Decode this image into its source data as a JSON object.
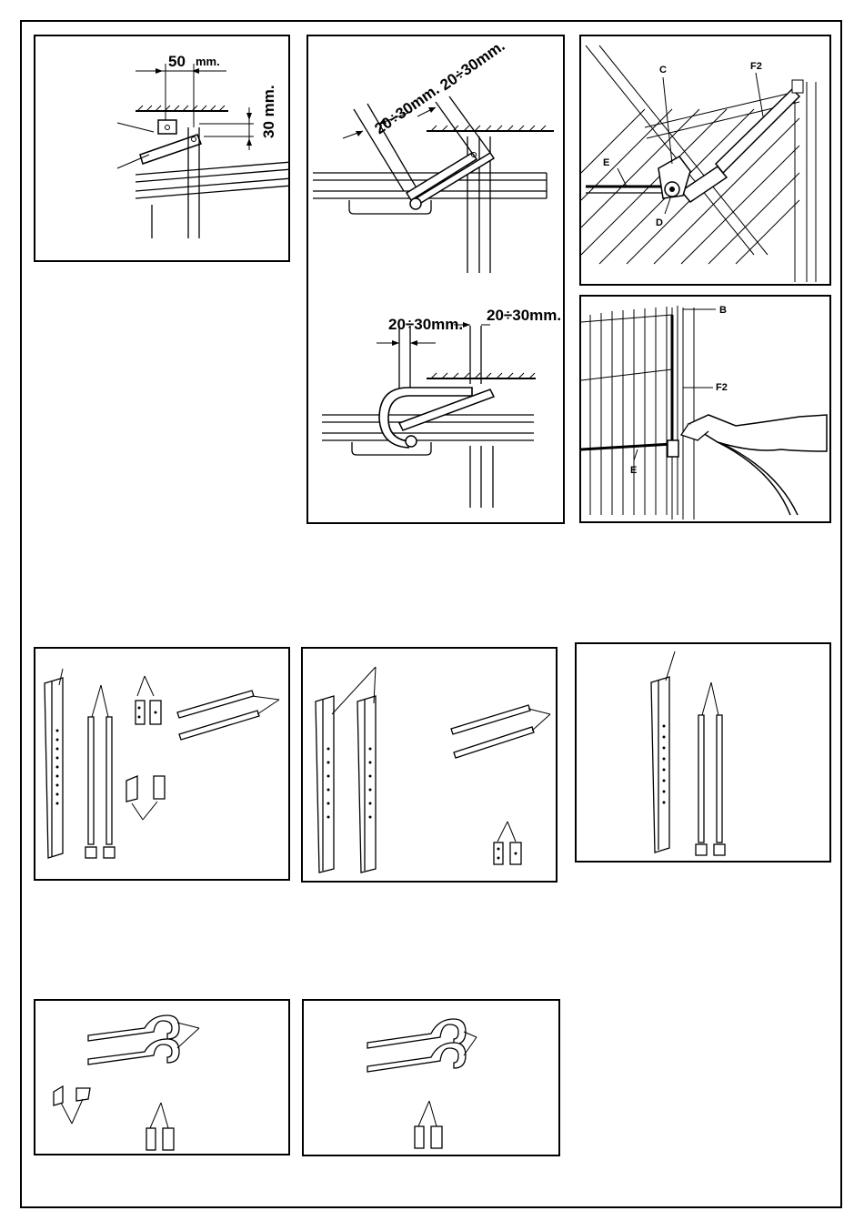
{
  "fig_top_left": {
    "dim_horizontal": "50",
    "dim_horizontal_unit": "mm.",
    "dim_vertical": "30 mm."
  },
  "fig_top_middle": {
    "dim_a": "20÷30mm.",
    "dim_b": "20÷30mm.",
    "dim_c": "20÷30mm.",
    "dim_d": "20÷30mm."
  },
  "fig_top_right": {
    "label_c": "C",
    "label_f2": "F2",
    "label_e": "E",
    "label_d": "D"
  },
  "fig_mid_right": {
    "label_b": "B",
    "label_f2": "F2",
    "label_e": "E"
  }
}
